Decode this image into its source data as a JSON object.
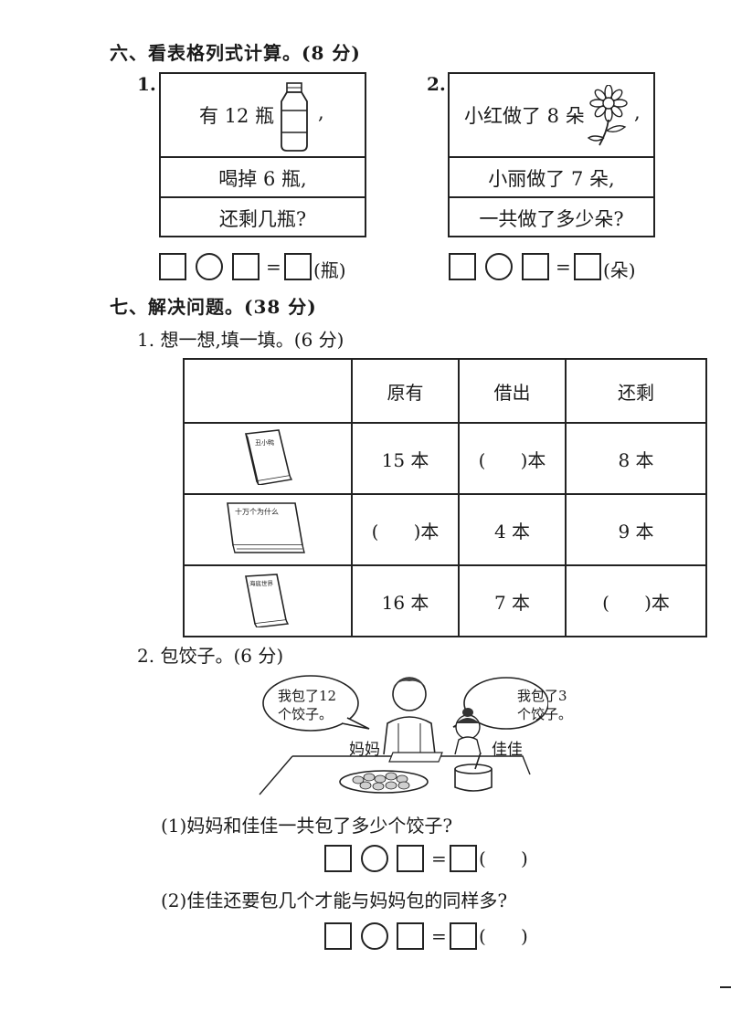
{
  "section6": {
    "title": "六、看表格列式计算。(8 分)",
    "q1": {
      "number": "1.",
      "line1": "有 12 瓶",
      "comma": ",",
      "line2": "喝掉 6 瓶,",
      "line3": "还剩几瓶?",
      "unit": "(瓶)"
    },
    "q2": {
      "number": "2.",
      "line1": "小红做了 8 朵",
      "comma": ",",
      "line2": "小丽做了 7 朵,",
      "line3": "一共做了多少朵?",
      "unit": "(朵)"
    },
    "equals": "="
  },
  "section7": {
    "title": "七、解决问题。(38 分)",
    "q1": {
      "title": "1. 想一想,填一填。(6 分)",
      "headers": [
        "",
        "原有",
        "借出",
        "还剩"
      ],
      "rows": [
        {
          "book": "丑小鸭",
          "cells": [
            "15 本",
            "(      )本",
            "8 本"
          ]
        },
        {
          "book": "十万个为什么",
          "cells": [
            "(      )本",
            "4 本",
            "9 本"
          ]
        },
        {
          "book": "海底世界",
          "cells": [
            "16 本",
            "7 本",
            "(      )本"
          ]
        }
      ]
    },
    "q2": {
      "title": "2. 包饺子。(6 分)",
      "bubble_left": [
        "我包了12",
        "个饺子。"
      ],
      "bubble_right": [
        "我包了3",
        "个饺子。"
      ],
      "label_mom": "妈妈",
      "label_jiajia": "佳佳",
      "sub1": "(1)妈妈和佳佳一共包了多少个饺子?",
      "sub2": "(2)佳佳还要包几个才能与妈妈包的同样多?",
      "unit": "(      )"
    }
  }
}
